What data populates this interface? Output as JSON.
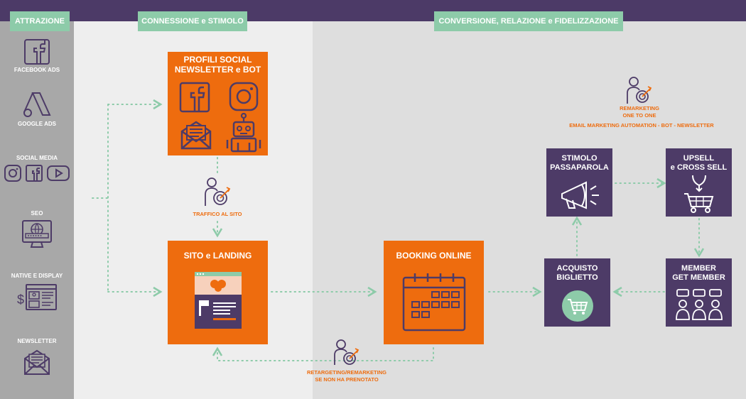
{
  "columns": {
    "attrazione": "ATTRAZIONE",
    "connessione": "CONNESSIONE e STIMOLO",
    "conversione": "CONVERSIONE, RELAZIONE e FIDELIZZAZIONE"
  },
  "sources": {
    "facebook": "FACEBOOK ADS",
    "google": "GOOGLE ADS",
    "social": "SOCIAL MEDIA",
    "seo": "SEO",
    "native": "NATIVE E DISPLAY",
    "newsletter": "NEWSLETTER"
  },
  "boxes": {
    "profili_line1": "PROFILI SOCIAL",
    "profili_line2": "NEWSLETTER e BOT",
    "sito": "SITO e LANDING",
    "booking": "BOOKING ONLINE",
    "acquisto_line1": "ACQUISTO",
    "acquisto_line2": "BIGLIETTO",
    "stimolo_line1": "STIMOLO",
    "stimolo_line2": "PASSAPAROLA",
    "upsell_line1": "UPSELL",
    "upsell_line2": "e CROSS SELL",
    "member_line1": "MEMBER",
    "member_line2": "GET MEMBER"
  },
  "labels": {
    "traffico": "TRAFFICO AL SITO",
    "retargeting_line1": "RETARGETING/REMARKETING",
    "retargeting_line2": "SE NON HA PRENOTATO",
    "remarketing_line1": "REMARKETING",
    "remarketing_line2": "ONE TO ONE",
    "email": "EMAIL MARKETING AUTOMATION - BOT - NEWSLETTER"
  },
  "colors": {
    "purple": "#4d3b67",
    "orange": "#ee6c0e",
    "green": "#8dcba9",
    "left_column": "#a8a8a8"
  }
}
